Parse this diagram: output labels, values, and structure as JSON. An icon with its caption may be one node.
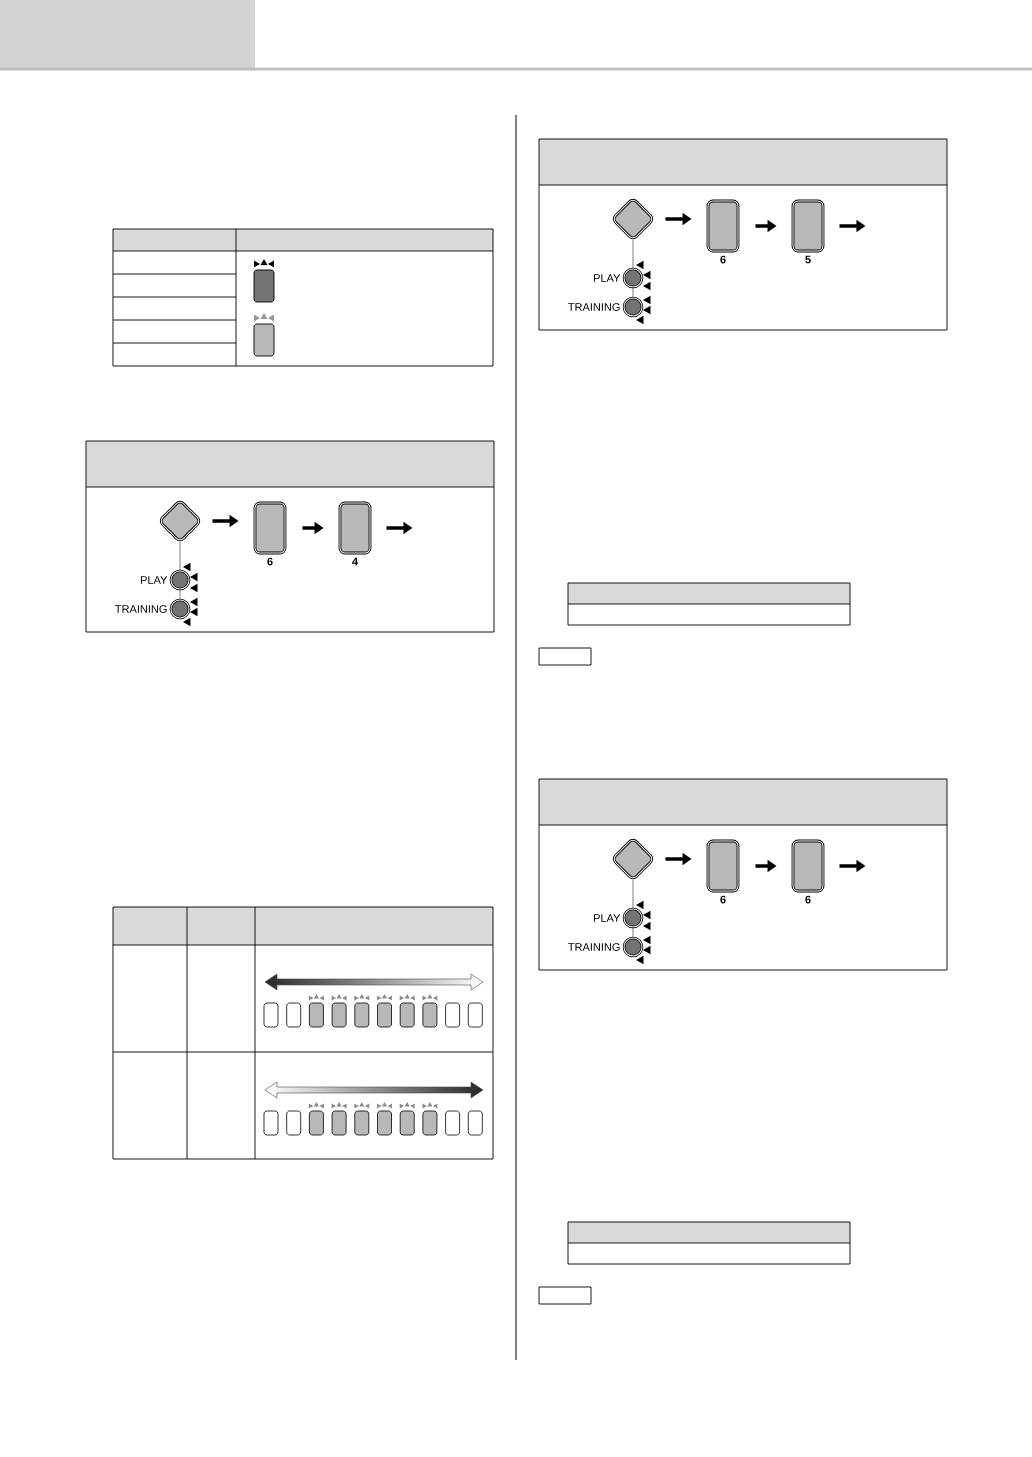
{
  "diagram": {
    "nodes": [
      {
        "text": [],
        "shape": "diamond"
      },
      {
        "text": [],
        "shape": "box",
        "beside": [
          "6"
        ]
      },
      {
        "text": [],
        "shape": "box",
        "beside": [
          "4"
        ]
      },
      {
        "text": [],
        "shape": "circle",
        "beside": [
          "PLAY"
        ]
      },
      {
        "text": [],
        "shape": "circle",
        "beside": [
          "TRAINING"
        ]
      },
      {
        "text": [],
        "shape": "diamond"
      },
      {
        "text": [],
        "shape": "box",
        "beside": [
          "6"
        ]
      },
      {
        "text": [],
        "shape": "box",
        "beside": [
          "5"
        ]
      },
      {
        "text": [],
        "shape": "circle",
        "beside": [
          "PLAY"
        ]
      },
      {
        "text": [],
        "shape": "circle",
        "beside": [
          "TRAINING"
        ]
      },
      {
        "text": [],
        "shape": "diamond"
      },
      {
        "text": [],
        "shape": "box",
        "beside": [
          "6"
        ]
      },
      {
        "text": [],
        "shape": "box",
        "beside": [
          "6"
        ]
      },
      {
        "text": [],
        "shape": "circle",
        "beside": [
          "PLAY"
        ]
      },
      {
        "text": [],
        "shape": "circle",
        "beside": [
          "TRAINING"
        ]
      }
    ],
    "edges": [
      {
        "from": 0,
        "to": 1,
        "arrow": "to"
      },
      {
        "from": 1,
        "to": 2,
        "arrow": "to"
      },
      {
        "from": 2,
        "to": null,
        "arrow": "to"
      },
      {
        "from": 0,
        "to": 3,
        "arrow": "none",
        "style": "dashed"
      },
      {
        "from": 3,
        "to": 4,
        "arrow": "none",
        "style": "dashed"
      },
      {
        "from": 5,
        "to": 6,
        "arrow": "to"
      },
      {
        "from": 6,
        "to": 7,
        "arrow": "to"
      },
      {
        "from": 7,
        "to": null,
        "arrow": "to"
      },
      {
        "from": 5,
        "to": 8,
        "arrow": "none",
        "style": "dashed"
      },
      {
        "from": 8,
        "to": 9,
        "arrow": "none",
        "style": "dashed"
      },
      {
        "from": 10,
        "to": 11,
        "arrow": "to"
      },
      {
        "from": 11,
        "to": 12,
        "arrow": "to"
      },
      {
        "from": 12,
        "to": null,
        "arrow": "to"
      },
      {
        "from": 10,
        "to": 13,
        "arrow": "none",
        "style": "dashed"
      },
      {
        "from": 13,
        "to": 14,
        "arrow": "none",
        "style": "dashed"
      }
    ]
  }
}
